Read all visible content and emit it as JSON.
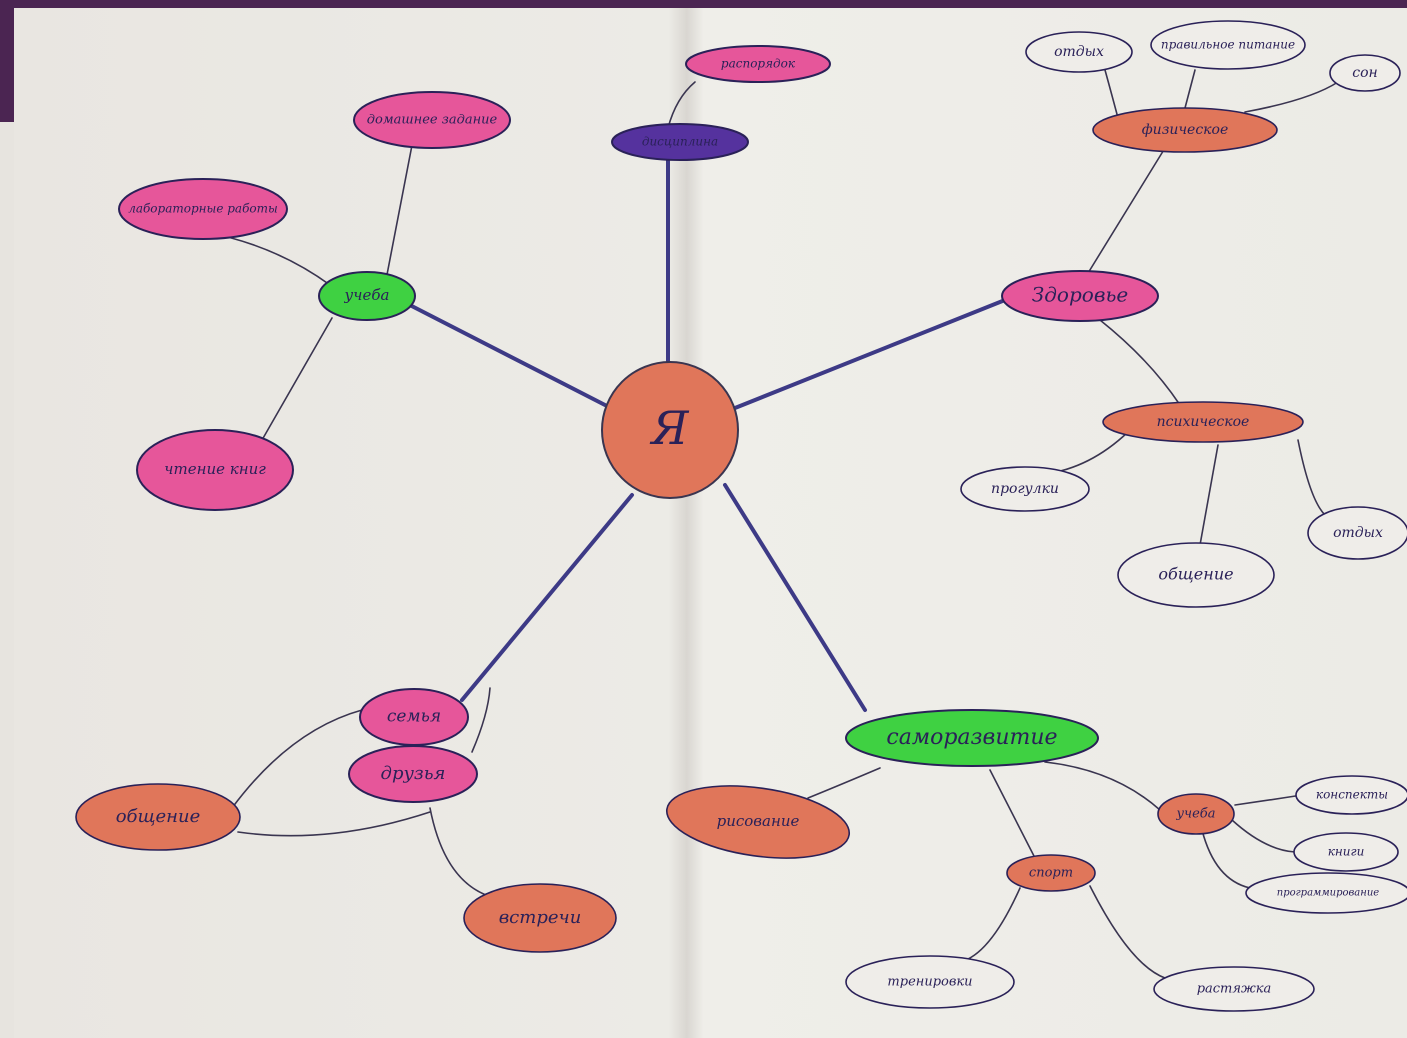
{
  "center": {
    "label": "Я"
  },
  "branches": [
    {
      "id": "study",
      "label": "учеба",
      "children": [
        "домашнее задание",
        "лабораторные работы",
        "чтение книг"
      ]
    },
    {
      "id": "health",
      "label": "Здоровье",
      "children": [
        {
          "label": "физическое",
          "children": [
            "отдых",
            "правильное питание",
            "сон"
          ]
        },
        {
          "label": "психическое",
          "children": [
            "прогулки",
            "отдых",
            "общение"
          ]
        }
      ]
    },
    {
      "id": "self",
      "label": "саморазвитие",
      "children": [
        {
          "label": "рисование",
          "children": []
        },
        {
          "label": "учеба",
          "children": [
            "конспекты",
            "книги",
            "программирование"
          ]
        },
        {
          "label": "спорт",
          "children": [
            "тренировки",
            "растяжка"
          ]
        }
      ]
    },
    {
      "id": "family",
      "label": "семья",
      "children": [
        "общение"
      ]
    },
    {
      "id": "friends",
      "label": "друзья",
      "children": [
        "общение",
        "встречи"
      ]
    },
    {
      "id": "top",
      "label": "дисциплина",
      "children": [
        "распорядок"
      ]
    }
  ],
  "colors": {
    "pink": "#e6569a",
    "green": "#3fd142",
    "orange": "#e0765a",
    "purple": "#55329e",
    "outline": "#2a2158",
    "white": "#efede9"
  }
}
